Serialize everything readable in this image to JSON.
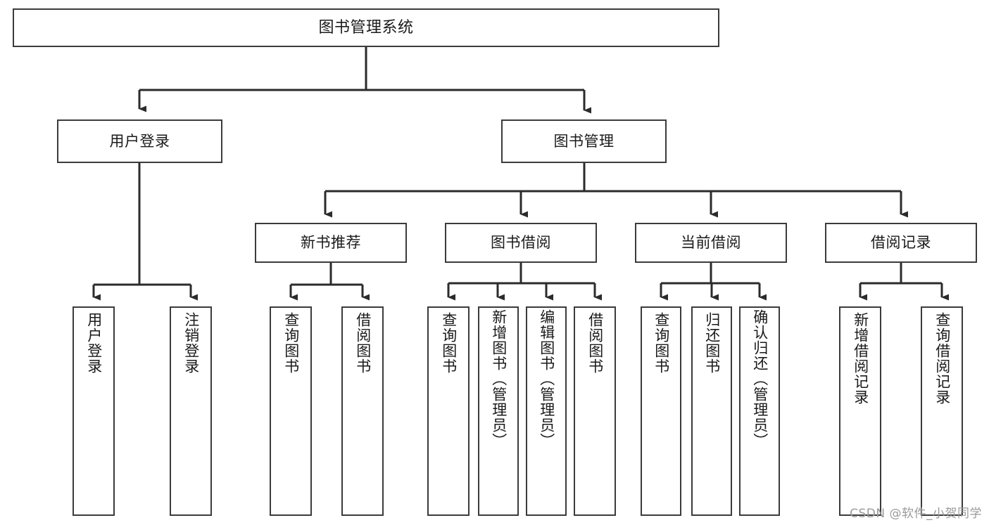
{
  "diagram": {
    "title": "图书管理系统",
    "type": "tree",
    "watermark": "CSDN @软件_小贺同学",
    "colors": {
      "box_border": "#3b3b3b",
      "box_fill": "#ffffff",
      "edge": "#2b2b2b",
      "text": "#1a1a1a",
      "watermark": "#9a9a9a"
    },
    "nodes": {
      "root": {
        "label": "图书管理系统"
      },
      "level2": [
        {
          "label": "用户登录"
        },
        {
          "label": "图书管理"
        }
      ],
      "level3": [
        {
          "label": "新书推荐"
        },
        {
          "label": "图书借阅"
        },
        {
          "label": "当前借阅"
        },
        {
          "label": "借阅记录"
        }
      ],
      "leaves": {
        "user_login": [
          {
            "label": "用户登录"
          },
          {
            "label": "注销登录"
          }
        ],
        "new_book_recommend": [
          {
            "label": "查询图书"
          },
          {
            "label": "借阅图书"
          }
        ],
        "book_borrow": [
          {
            "label": "查询图书"
          },
          {
            "label": "新增图书（管理员）"
          },
          {
            "label": "编辑图书（管理员）"
          },
          {
            "label": "借阅图书"
          }
        ],
        "current_borrow": [
          {
            "label": "查询图书"
          },
          {
            "label": "归还图书"
          },
          {
            "label": "确认归还（管理员）"
          }
        ],
        "borrow_record": [
          {
            "label": "新增借阅记录"
          },
          {
            "label": "查询借阅记录"
          }
        ]
      }
    }
  }
}
